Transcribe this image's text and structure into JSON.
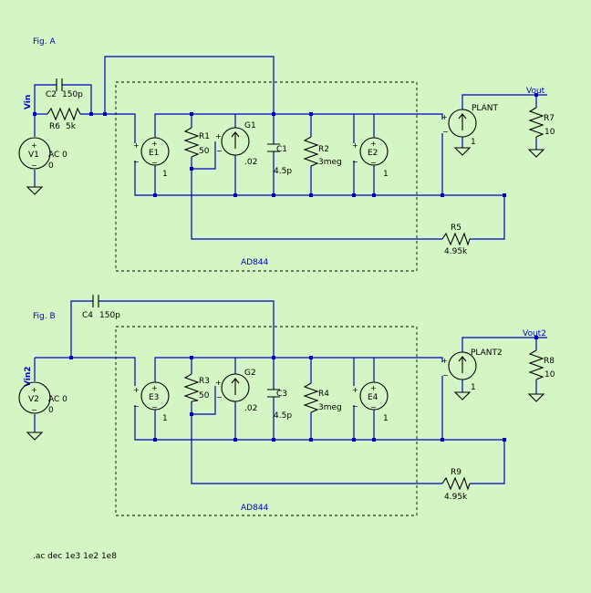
{
  "figA": {
    "title": "Fig. A",
    "box_label": "AD844",
    "nets": {
      "in": "Vin",
      "out": "Vout"
    },
    "V1": {
      "name": "V1",
      "value": "AC 0",
      "value2": "0"
    },
    "C2": {
      "name": "C2",
      "value": "150p"
    },
    "R6": {
      "name": "R6",
      "value": "5k"
    },
    "E1": {
      "name": "E1",
      "gain": "1"
    },
    "R1": {
      "name": "R1",
      "value": "50"
    },
    "G1": {
      "name": "G1",
      "value": ".02"
    },
    "C1": {
      "name": "C1",
      "value": "4.5p"
    },
    "R2": {
      "name": "R2",
      "value": "3meg"
    },
    "E2": {
      "name": "E2",
      "gain": "1"
    },
    "PLANT": {
      "name": "PLANT",
      "gain": "1"
    },
    "R7": {
      "name": "R7",
      "value": "10"
    },
    "R5": {
      "name": "R5",
      "value": "4.95k"
    }
  },
  "figB": {
    "title": "Fig. B",
    "box_label": "AD844",
    "nets": {
      "in": "Vin2",
      "out": "Vout2"
    },
    "V2": {
      "name": "V2",
      "value": "AC 0",
      "value2": "0"
    },
    "C4": {
      "name": "C4",
      "value": "150p"
    },
    "E3": {
      "name": "E3",
      "gain": "1"
    },
    "R3": {
      "name": "R3",
      "value": "50"
    },
    "G2": {
      "name": "G2",
      "value": ".02"
    },
    "C3": {
      "name": "C3",
      "value": "4.5p"
    },
    "R4": {
      "name": "R4",
      "value": "3meg"
    },
    "E4": {
      "name": "E4",
      "gain": "1"
    },
    "PLANT2": {
      "name": "PLANT2",
      "gain": "1"
    },
    "R8": {
      "name": "R8",
      "value": "10"
    },
    "R9": {
      "name": "R9",
      "value": "4.95k"
    }
  },
  "directive": ".ac dec 1e3 1e2 1e8",
  "colors": {
    "background": "#d4f5c4",
    "wire": "#0000c8",
    "component": "#000000",
    "label": "#0000c8"
  }
}
